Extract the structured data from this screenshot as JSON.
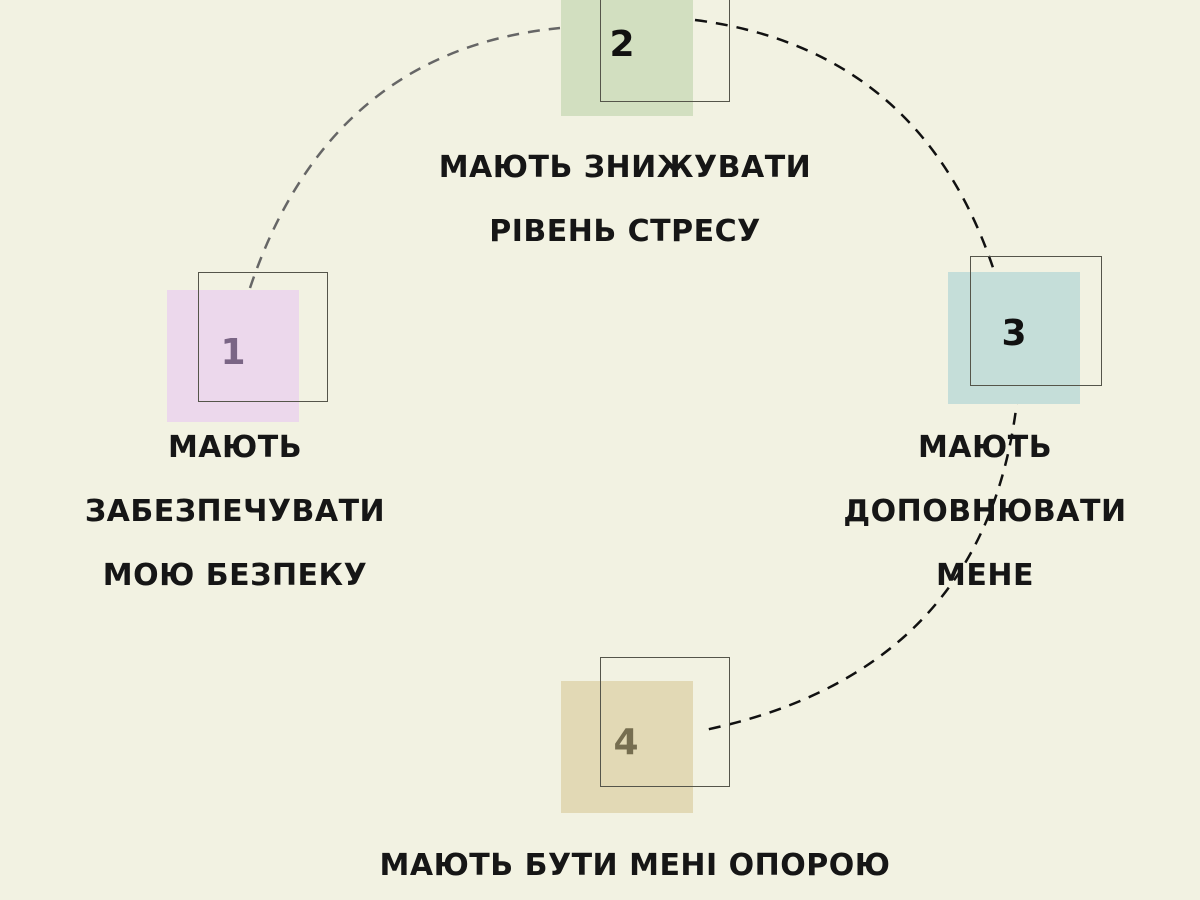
{
  "steps": [
    {
      "number": "1",
      "lines": [
        "МАЮТЬ",
        "ЗАБЕЗПЕЧУВАТИ",
        "МОЮ БЕЗПЕКУ"
      ],
      "color": "#ecd8ec",
      "number_color": "#7a6585"
    },
    {
      "number": "2",
      "lines": [
        "МАЮТЬ ЗНИЖУВАТИ",
        "РІВЕНЬ СТРЕСУ"
      ],
      "color": "#d2dfc0",
      "number_color": "#111111"
    },
    {
      "number": "3",
      "lines": [
        "МАЮТЬ",
        "ДОПОВНЮВАТИ",
        "МЕНЕ"
      ],
      "color": "#c5ded9",
      "number_color": "#111111"
    },
    {
      "number": "4",
      "lines": [
        "МАЮТЬ БУТИ МЕНІ ОПОРОЮ"
      ],
      "color": "#e2d9b5",
      "number_color": "#766e50"
    }
  ]
}
